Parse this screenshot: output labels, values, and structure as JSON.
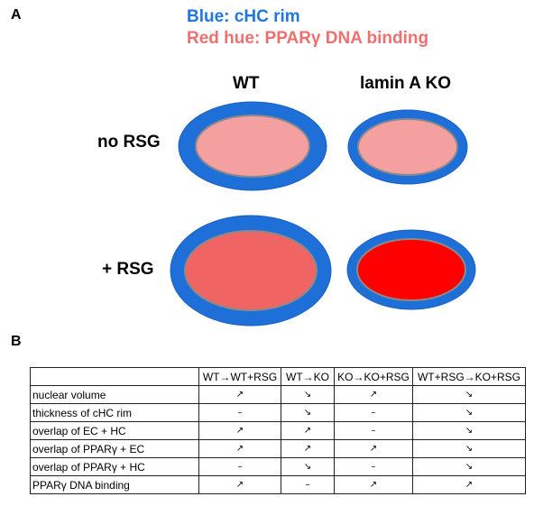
{
  "panel_a": {
    "label": "A",
    "legend": {
      "blue_text": "Blue: cHC rim",
      "red_text": "Red hue: PPARγ DNA binding",
      "blue_color": "#1f77e0",
      "red_color": "#f07070"
    },
    "columns": [
      "WT",
      "lamin A KO"
    ],
    "rows": [
      "no RSG",
      "+ RSG"
    ],
    "colors": {
      "rim": "#1f6fd8",
      "rim_edge": "#1a5fc0",
      "inner_stroke": "#8a8a8a",
      "wt_no_rsg": "#f4a0a0",
      "ko_no_rsg": "#f4a0a0",
      "wt_rsg": "#f06464",
      "ko_rsg": "#ff0000"
    }
  },
  "panel_b": {
    "label": "B",
    "table": {
      "headers": [
        "",
        "WT→WT+RSG",
        "WT→KO",
        "KO→KO+RSG",
        "WT+RSG→KO+RSG"
      ],
      "rows": [
        {
          "name": "nuclear volume",
          "values": [
            "↗",
            "↘",
            "↗",
            "↘"
          ]
        },
        {
          "name": "thickness of cHC rim",
          "values": [
            "–",
            "↘",
            "–",
            "↘"
          ]
        },
        {
          "name": "overlap of EC + HC",
          "values": [
            "↗",
            "↗",
            "–",
            "↘"
          ]
        },
        {
          "name": "overlap of PPARγ + EC",
          "values": [
            "↗",
            "↗",
            "↗",
            "↘"
          ]
        },
        {
          "name": "overlap of PPARγ + HC",
          "values": [
            "–",
            "↘",
            "–",
            "↘"
          ]
        },
        {
          "name": "PPARγ DNA binding",
          "values": [
            "↗",
            "–",
            "↗",
            "↗"
          ]
        }
      ]
    }
  }
}
